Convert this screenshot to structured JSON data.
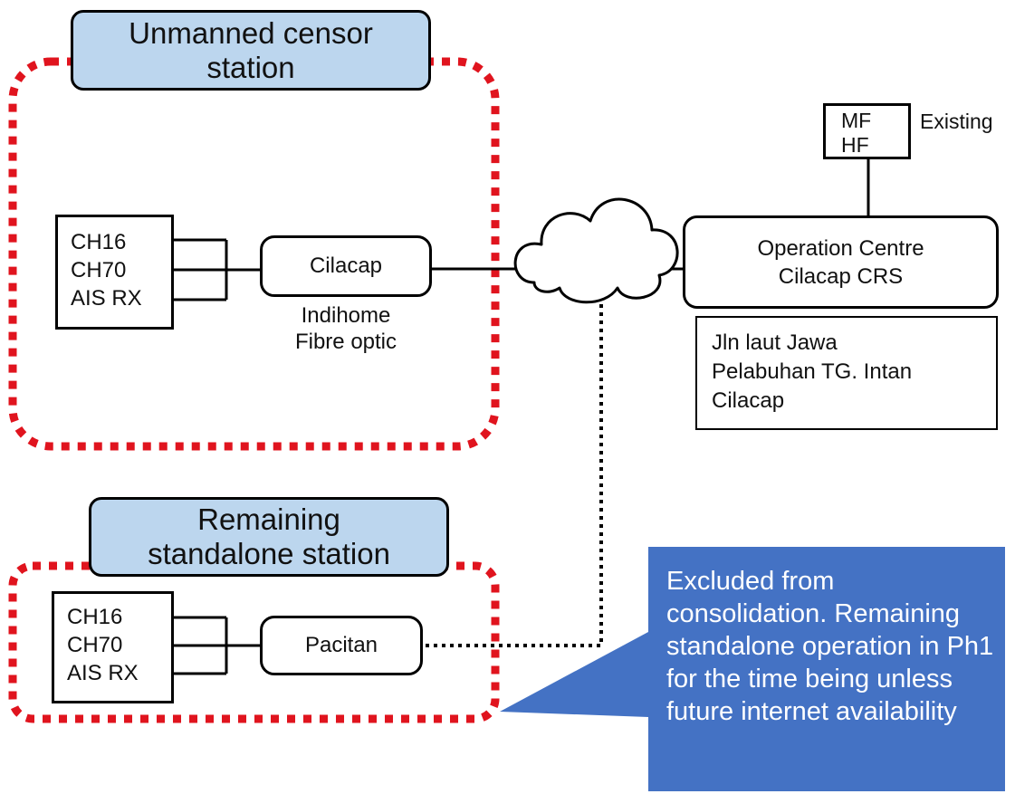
{
  "unmanned_station": {
    "title": "Unmanned censor station",
    "radio_lines": [
      "CH16",
      "CH70",
      "AIS RX"
    ],
    "site_name": "Cilacap",
    "link_label": [
      "Indihome",
      "Fibre optic"
    ]
  },
  "standalone_station": {
    "title": [
      "Remaining",
      "standalone station"
    ],
    "radio_lines": [
      "CH16",
      "CH70",
      "AIS RX"
    ],
    "site_name": "Pacitan"
  },
  "operation_centre": {
    "name_lines": [
      "Operation Centre",
      "Cilacap CRS"
    ],
    "address_lines": [
      "Jln laut Jawa",
      "Pelabuhan TG. Intan",
      "Cilacap"
    ]
  },
  "existing_radio": {
    "bands": [
      "MF",
      "HF"
    ],
    "label": "Existing"
  },
  "callout": {
    "text": "Excluded from consolidation. Remaining standalone operation in Ph1 for the time being unless future internet availability",
    "color": "#4472c4"
  },
  "colors": {
    "dashed_border": "#e0141e",
    "title_fill": "#bcd6ee"
  }
}
